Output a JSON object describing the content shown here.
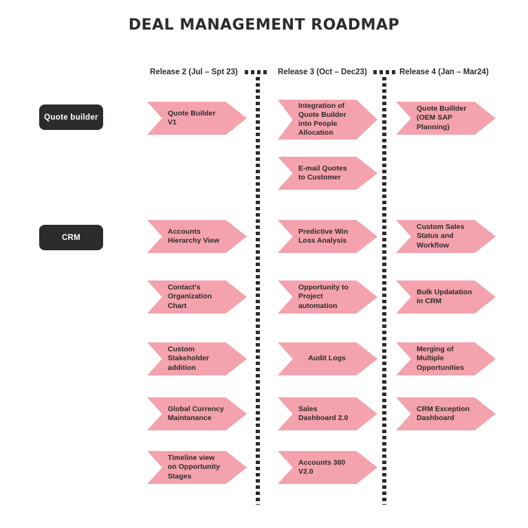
{
  "title": "DEAL MANAGEMENT ROADMAP",
  "colors": {
    "arrow_pink": "#F4A2AD",
    "text_dark": "#2E2B2B",
    "label_box": "#2E2B2B",
    "label_text": "#FFFFFF",
    "background": "#FFFFFF"
  },
  "row_labels": [
    {
      "label": "Quote builder"
    },
    {
      "label": "CRM"
    }
  ],
  "columns": [
    {
      "label": "Release 2 (Jul – Spt 23)",
      "items": [
        {
          "row": 0,
          "label": "Quote Builder V1"
        },
        {
          "row": 2,
          "label": "Accounts Hierarchy View"
        },
        {
          "row": 3,
          "label": "Contact's Organization Chart"
        },
        {
          "row": 4,
          "label": "Custom Stakeholder addition"
        },
        {
          "row": 5,
          "label": "Global Currency Maintanance"
        },
        {
          "row": 6,
          "label": "Timeline view on Opportunity Stages"
        }
      ]
    },
    {
      "label": "Release 3 (Oct – Dec23)",
      "items": [
        {
          "row": 0,
          "label": "Integration of Quote Builder into People Allocation"
        },
        {
          "row": 1,
          "label": "E-mail Quotes to Customer"
        },
        {
          "row": 2,
          "label": "Predictive Win Loss Analysis"
        },
        {
          "row": 3,
          "label": "Opportunity to Project automation"
        },
        {
          "row": 4,
          "label": "Audit Logs"
        },
        {
          "row": 5,
          "label": "Sales Dashboard 2.0"
        },
        {
          "row": 6,
          "label": "Accounts 360 V2.0"
        }
      ]
    },
    {
      "label": "Release 4 (Jan – Mar24)",
      "items": [
        {
          "row": 0,
          "label": "Quote Buillder (OEM SAP Planning)"
        },
        {
          "row": 2,
          "label": "Custom Sales Status and Workflow"
        },
        {
          "row": 3,
          "label": "Bulk Updatation in CRM"
        },
        {
          "row": 4,
          "label": "Merging of Multiple Opportunities"
        },
        {
          "row": 5,
          "label": "CRM Exception Dashboard"
        }
      ]
    }
  ]
}
